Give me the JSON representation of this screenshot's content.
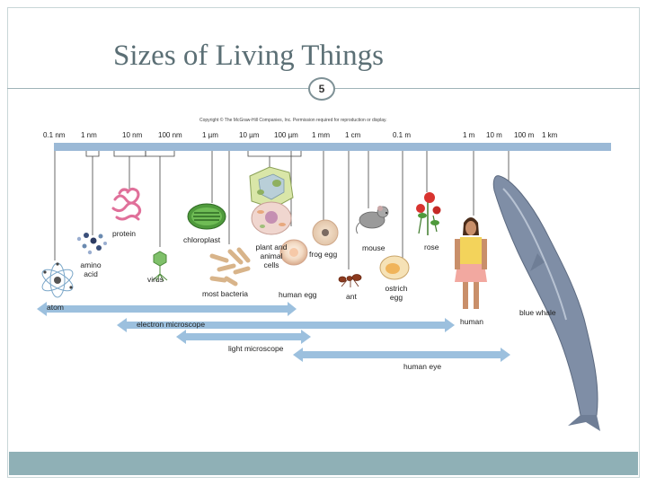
{
  "slide": {
    "title": "Sizes of Living Things",
    "number": "5",
    "copyright": "Copyright © The McGraw-Hill Companies, Inc. Permission required for reproduction or display."
  },
  "scale": [
    "0.1 nm",
    "1 nm",
    "10 nm",
    "100 nm",
    "1 µm",
    "10 µm",
    "100 µm",
    "1 mm",
    "1 cm",
    "0.1 m",
    "1 m",
    "10 m",
    "100 m",
    "1 km"
  ],
  "organisms": {
    "atom": "atom",
    "amino_acid": "amino acid",
    "protein": "protein",
    "virus": "virus",
    "chloroplast": "chloroplast",
    "bacteria": "most bacteria",
    "cells": "plant and animal cells",
    "human_egg": "human egg",
    "frog_egg": "frog egg",
    "ant": "ant",
    "mouse": "mouse",
    "ostrich_egg": "ostrich egg",
    "rose": "rose",
    "human": "human",
    "blue_whale": "blue whale"
  },
  "ranges": {
    "electron_microscope": "electron microscope",
    "light_microscope": "light microscope",
    "human_eye": "human eye"
  },
  "colors": {
    "accent_bar": "#8fb0b6",
    "axis": "#9bb9d6",
    "arrow": "#9cc0de"
  }
}
